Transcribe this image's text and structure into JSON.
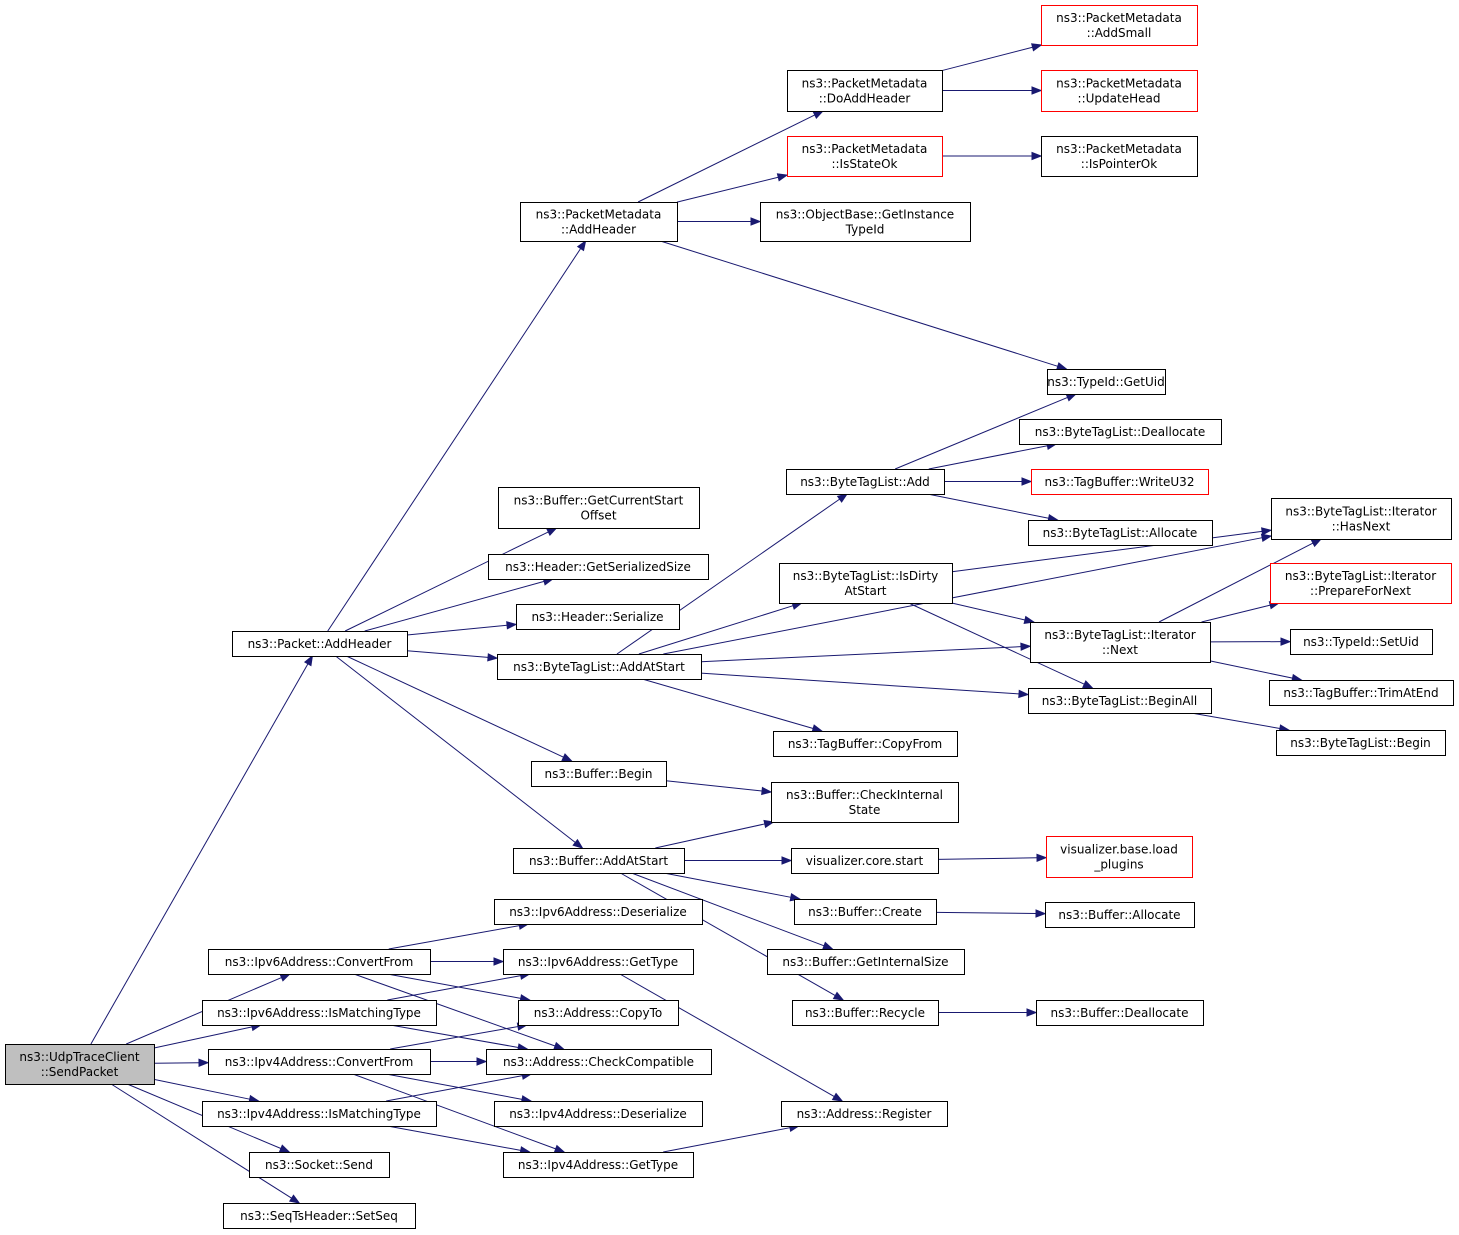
{
  "colors": {
    "edge": "#191970",
    "node_border": "#000000",
    "node_border_truncated": "#ff0000",
    "root_fill": "#bfbfbf",
    "node_fill": "#ffffff"
  },
  "nodes": {
    "n0": {
      "lines": [
        "ns3::UdpTraceClient",
        "::SendPacket"
      ],
      "kind": "root"
    },
    "n1": {
      "lines": [
        "ns3::Packet::AddHeader"
      ]
    },
    "n2": {
      "lines": [
        "ns3::PacketMetadata",
        "::AddHeader"
      ]
    },
    "n3": {
      "lines": [
        "ns3::PacketMetadata",
        "::DoAddHeader"
      ]
    },
    "n4": {
      "lines": [
        "ns3::PacketMetadata",
        "::AddSmall"
      ],
      "kind": "truncated"
    },
    "n5": {
      "lines": [
        "ns3::PacketMetadata",
        "::UpdateHead"
      ],
      "kind": "truncated"
    },
    "n6": {
      "lines": [
        "ns3::PacketMetadata",
        "::IsStateOk"
      ],
      "kind": "truncated"
    },
    "n7": {
      "lines": [
        "ns3::PacketMetadata",
        "::IsPointerOk"
      ]
    },
    "n8": {
      "lines": [
        "ns3::ObjectBase::GetInstance",
        "TypeId"
      ]
    },
    "n9": {
      "lines": [
        "ns3::TypeId::GetUid"
      ]
    },
    "n10": {
      "lines": [
        "ns3::Buffer::GetCurrentStart",
        "Offset"
      ]
    },
    "n11": {
      "lines": [
        "ns3::Header::GetSerializedSize"
      ]
    },
    "n12": {
      "lines": [
        "ns3::Header::Serialize"
      ]
    },
    "n13": {
      "lines": [
        "ns3::ByteTagList::AddAtStart"
      ]
    },
    "n14": {
      "lines": [
        "ns3::ByteTagList::Add"
      ]
    },
    "n15": {
      "lines": [
        "ns3::ByteTagList::Deallocate"
      ]
    },
    "n16": {
      "lines": [
        "ns3::TagBuffer::WriteU32"
      ],
      "kind": "truncated"
    },
    "n17": {
      "lines": [
        "ns3::ByteTagList::Allocate"
      ]
    },
    "n18": {
      "lines": [
        "ns3::ByteTagList::Iterator",
        "::HasNext"
      ]
    },
    "n19": {
      "lines": [
        "ns3::ByteTagList::IsDirty",
        "AtStart"
      ]
    },
    "n20": {
      "lines": [
        "ns3::ByteTagList::Iterator",
        "::Next"
      ]
    },
    "n21": {
      "lines": [
        "ns3::ByteTagList::Iterator",
        "::PrepareForNext"
      ],
      "kind": "truncated"
    },
    "n22": {
      "lines": [
        "ns3::TypeId::SetUid"
      ]
    },
    "n23": {
      "lines": [
        "ns3::TagBuffer::TrimAtEnd"
      ]
    },
    "n24": {
      "lines": [
        "ns3::ByteTagList::BeginAll"
      ]
    },
    "n25": {
      "lines": [
        "ns3::ByteTagList::Begin"
      ]
    },
    "n26": {
      "lines": [
        "ns3::TagBuffer::CopyFrom"
      ]
    },
    "n27": {
      "lines": [
        "ns3::Buffer::Begin"
      ]
    },
    "n28": {
      "lines": [
        "ns3::Buffer::CheckInternal",
        "State"
      ]
    },
    "n29": {
      "lines": [
        "ns3::Buffer::AddAtStart"
      ]
    },
    "n30": {
      "lines": [
        "visualizer.core.start"
      ]
    },
    "n31": {
      "lines": [
        "visualizer.base.load",
        "_plugins"
      ],
      "kind": "truncated"
    },
    "n32": {
      "lines": [
        "ns3::Buffer::Create"
      ]
    },
    "n33": {
      "lines": [
        "ns3::Buffer::Allocate"
      ]
    },
    "n34": {
      "lines": [
        "ns3::Buffer::GetInternalSize"
      ]
    },
    "n35": {
      "lines": [
        "ns3::Buffer::Recycle"
      ]
    },
    "n36": {
      "lines": [
        "ns3::Buffer::Deallocate"
      ]
    },
    "n37": {
      "lines": [
        "ns3::Ipv6Address::Deserialize"
      ]
    },
    "n38": {
      "lines": [
        "ns3::Ipv6Address::ConvertFrom"
      ]
    },
    "n39": {
      "lines": [
        "ns3::Ipv6Address::GetType"
      ]
    },
    "n40": {
      "lines": [
        "ns3::Ipv6Address::IsMatchingType"
      ]
    },
    "n41": {
      "lines": [
        "ns3::Address::CopyTo"
      ]
    },
    "n42": {
      "lines": [
        "ns3::Ipv4Address::ConvertFrom"
      ]
    },
    "n43": {
      "lines": [
        "ns3::Address::CheckCompatible"
      ]
    },
    "n44": {
      "lines": [
        "ns3::Ipv4Address::IsMatchingType"
      ]
    },
    "n45": {
      "lines": [
        "ns3::Ipv4Address::Deserialize"
      ]
    },
    "n46": {
      "lines": [
        "ns3::Address::Register"
      ]
    },
    "n47": {
      "lines": [
        "ns3::Socket::Send"
      ]
    },
    "n48": {
      "lines": [
        "ns3::Ipv4Address::GetType"
      ]
    },
    "n49": {
      "lines": [
        "ns3::SeqTsHeader::SetSeq"
      ]
    }
  },
  "edges": [
    [
      "n0",
      "n1"
    ],
    [
      "n0",
      "n38"
    ],
    [
      "n0",
      "n40"
    ],
    [
      "n0",
      "n42"
    ],
    [
      "n0",
      "n44"
    ],
    [
      "n0",
      "n47"
    ],
    [
      "n0",
      "n49"
    ],
    [
      "n1",
      "n2"
    ],
    [
      "n1",
      "n10"
    ],
    [
      "n1",
      "n11"
    ],
    [
      "n1",
      "n12"
    ],
    [
      "n1",
      "n13"
    ],
    [
      "n1",
      "n27"
    ],
    [
      "n1",
      "n29"
    ],
    [
      "n2",
      "n3"
    ],
    [
      "n2",
      "n6"
    ],
    [
      "n2",
      "n8"
    ],
    [
      "n2",
      "n9"
    ],
    [
      "n3",
      "n4"
    ],
    [
      "n3",
      "n5"
    ],
    [
      "n6",
      "n7"
    ],
    [
      "n13",
      "n14"
    ],
    [
      "n13",
      "n19"
    ],
    [
      "n13",
      "n20"
    ],
    [
      "n13",
      "n24"
    ],
    [
      "n13",
      "n26"
    ],
    [
      "n13",
      "n18"
    ],
    [
      "n14",
      "n9"
    ],
    [
      "n14",
      "n15"
    ],
    [
      "n14",
      "n16"
    ],
    [
      "n14",
      "n17"
    ],
    [
      "n19",
      "n18"
    ],
    [
      "n19",
      "n20"
    ],
    [
      "n19",
      "n24"
    ],
    [
      "n20",
      "n18"
    ],
    [
      "n20",
      "n21"
    ],
    [
      "n20",
      "n22"
    ],
    [
      "n20",
      "n23"
    ],
    [
      "n24",
      "n25"
    ],
    [
      "n27",
      "n28"
    ],
    [
      "n29",
      "n28"
    ],
    [
      "n29",
      "n30"
    ],
    [
      "n29",
      "n32"
    ],
    [
      "n29",
      "n34"
    ],
    [
      "n29",
      "n35"
    ],
    [
      "n30",
      "n31"
    ],
    [
      "n32",
      "n33"
    ],
    [
      "n35",
      "n36"
    ],
    [
      "n38",
      "n37"
    ],
    [
      "n38",
      "n39"
    ],
    [
      "n38",
      "n41"
    ],
    [
      "n38",
      "n43"
    ],
    [
      "n39",
      "n46"
    ],
    [
      "n40",
      "n39"
    ],
    [
      "n40",
      "n43"
    ],
    [
      "n42",
      "n41"
    ],
    [
      "n42",
      "n43"
    ],
    [
      "n42",
      "n45"
    ],
    [
      "n42",
      "n48"
    ],
    [
      "n44",
      "n43"
    ],
    [
      "n44",
      "n48"
    ],
    [
      "n48",
      "n46"
    ]
  ]
}
